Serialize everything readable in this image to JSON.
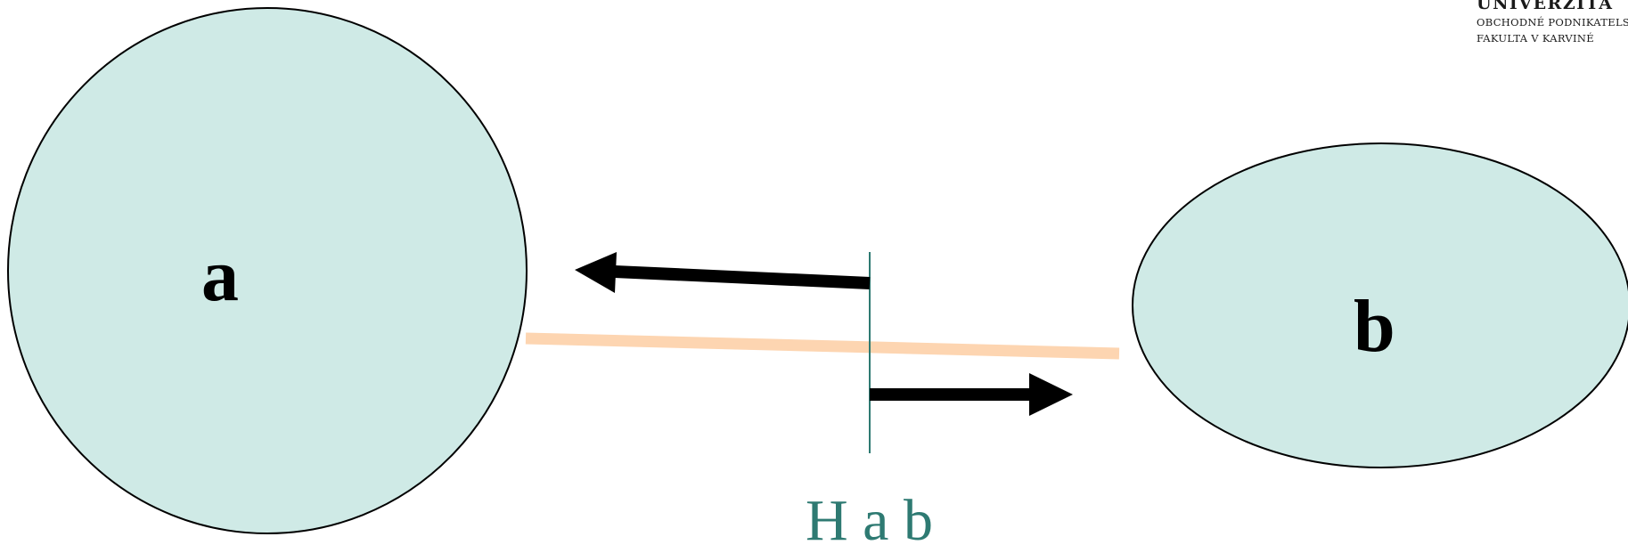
{
  "header": {
    "line1": "UNIVERZITA",
    "line2": "OBCHODNÉ PODNIKATELS",
    "line3": "FAKULTA V KARVINÉ"
  },
  "nodes": {
    "a": "a",
    "b": "b"
  },
  "caption": "H a b",
  "colors": {
    "node_fill": "#cfeae6",
    "boundary_band": "#fdd5b1",
    "divider": "#2e7a72",
    "arrow": "#000000",
    "caption": "#2e7a72"
  }
}
